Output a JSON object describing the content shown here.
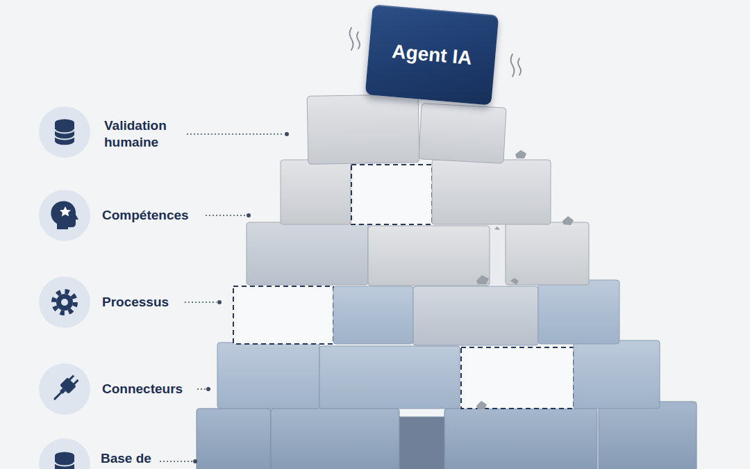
{
  "diagram": {
    "nodes": [
      {
        "text": [
          "Agent IA"
        ]
      }
    ],
    "labels": [
      "Validation humaine",
      "Compétences",
      "Processus",
      "Connecteurs",
      "Base de"
    ]
  }
}
